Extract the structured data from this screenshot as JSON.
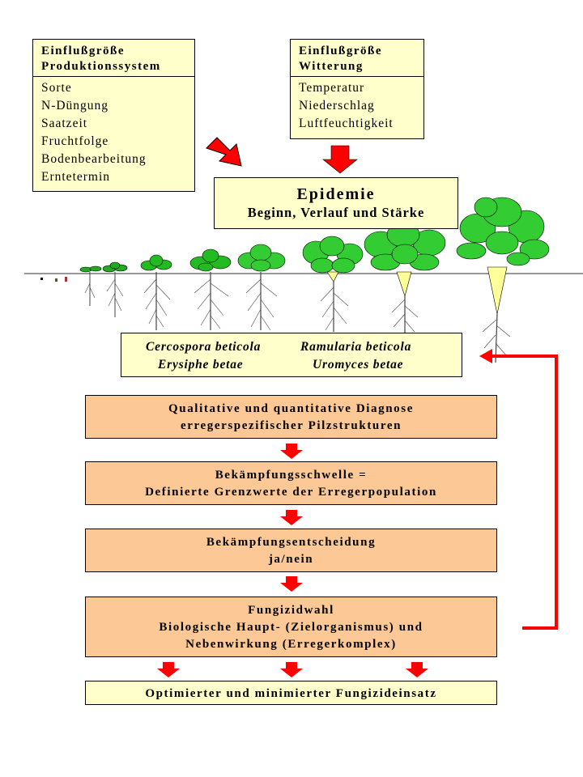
{
  "production_box": {
    "title_line1": "Einflußgröße",
    "title_line2": "Produktionssystem",
    "items": [
      "Sorte",
      "N-Düngung",
      "Saatzeit",
      "Fruchtfolge",
      "Bodenbearbeitung",
      "Erntetermin"
    ]
  },
  "weather_box": {
    "title_line1": "Einflußgröße",
    "title_line2": "Witterung",
    "items": [
      "Temperatur",
      "Niederschlag",
      "Luftfeuchtigkeit"
    ]
  },
  "epidemic_box": {
    "title": "Epidemie",
    "subtitle": "Beginn, Verlauf und Stärke"
  },
  "pathogens": [
    "Cercospora beticola",
    "Ramularia beticola",
    "Erysiphe betae",
    "Uromyces betae"
  ],
  "steps": [
    {
      "line1": "Qualitative und quantitative Diagnose",
      "line2": "erregerspezifischer Pilzstrukturen"
    },
    {
      "line1": "Bekämpfungsschwelle =",
      "line2": "Definierte Grenzwerte  der Erregerpopulation"
    },
    {
      "line1": "Bekämpfungsentscheidung",
      "line2": "ja/nein"
    },
    {
      "line1": "Fungizidwahl",
      "line2": "Biologische Haupt- (Zielorganismus) und",
      "line3": "Nebenwirkung (Erregerkomplex)"
    }
  ],
  "result": "Optimierter und minimierter Fungizideinsatz",
  "colors": {
    "arrow": "#ff0000",
    "yellow_box": "#ffffcc",
    "orange_box": "#fcc896",
    "leaf_green": "#33cc33",
    "beet_root": "#ffff99"
  }
}
